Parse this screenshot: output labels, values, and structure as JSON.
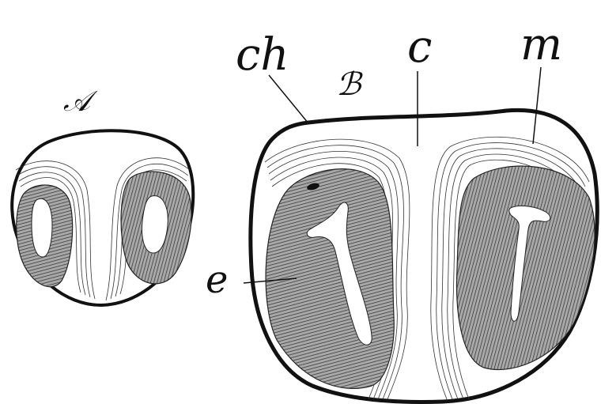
{
  "figure": {
    "labels": {
      "A": "𝒜",
      "B": "ℬ",
      "ch": "ch",
      "c": "c",
      "m": "m",
      "e": "e"
    },
    "colors": {
      "ink": "#111111",
      "epithelium_fill": "#8a8a8a",
      "paper": "#ffffff"
    }
  }
}
